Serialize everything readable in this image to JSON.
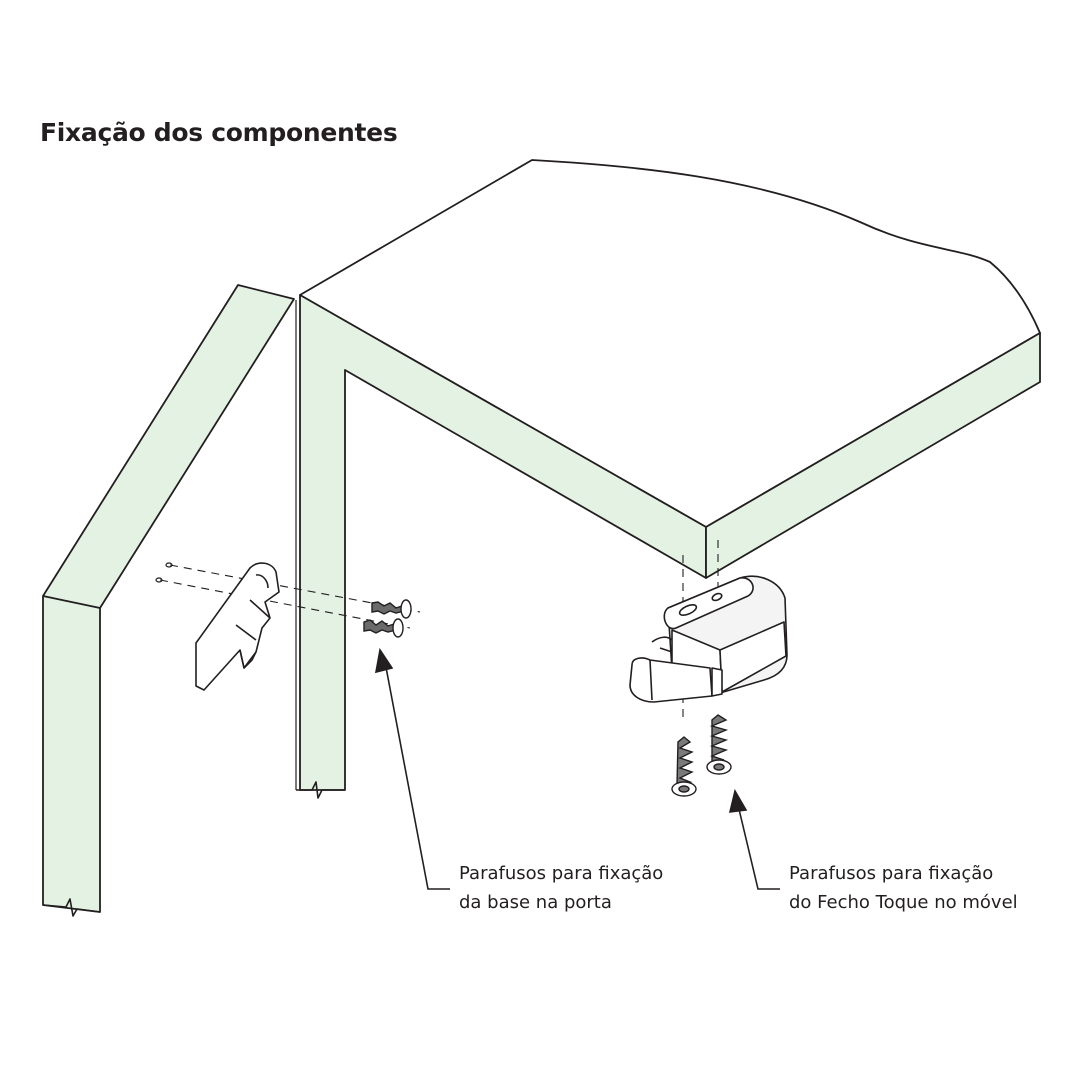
{
  "title": "Fixação dos componentes",
  "callouts": {
    "door_base_screws": {
      "line1": "Parafusos para fixação",
      "line2": "da base na porta"
    },
    "furniture_screws": {
      "line1": "Parafusos para fixação",
      "line2": "do Fecho Toque no móvel"
    }
  },
  "colors": {
    "panel_edge": "#e3f2e3",
    "outline": "#231f20",
    "part_fill": "#ffffff",
    "latch_body": "#f4f4f4",
    "background": "#ffffff"
  },
  "icons": {
    "base_bracket": "door-base-bracket-icon",
    "latch": "touch-latch-icon",
    "screw": "screw-icon"
  }
}
